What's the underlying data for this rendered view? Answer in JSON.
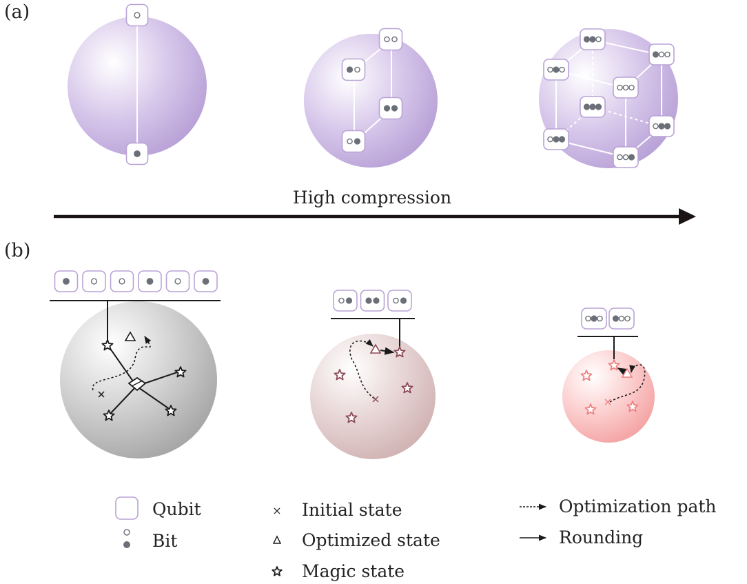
{
  "panels": {
    "a": "(a)",
    "b": "(b)"
  },
  "arrow_label": "High compression",
  "legend": {
    "qubit": "Qubit",
    "bit": "Bit",
    "initial_state": "Initial state",
    "optimized_state": "Optimized state",
    "magic_state": "Magic state",
    "optimization_path": "Optimization path",
    "rounding": "Rounding"
  },
  "bit_strings": {
    "a_one_qubit": [
      "0",
      "1"
    ],
    "a_two_qubit": [
      "00",
      "10",
      "11",
      "01"
    ],
    "a_three_qubit": [
      "110",
      "100",
      "010",
      "000",
      "111",
      "011",
      "011",
      "001"
    ],
    "b_six_qubit": [
      "1",
      "0",
      "0",
      "1",
      "0",
      "1"
    ],
    "b_three_qubit": [
      "01",
      "11",
      "01"
    ],
    "b_two_qubit": [
      "010",
      "100"
    ]
  },
  "colors": {
    "sphere_purple": "#c0a8dc",
    "sphere_gray": "#a9a9a9",
    "sphere_rose": "#d4b8b8",
    "sphere_pink": "#f6a8a8",
    "qubit_border": "#b9a3d6",
    "bit_filled": "#6b6f78",
    "star_rose": "#8a4a55",
    "star_pink": "#f08080",
    "arrow_dark": "#1a1414"
  }
}
